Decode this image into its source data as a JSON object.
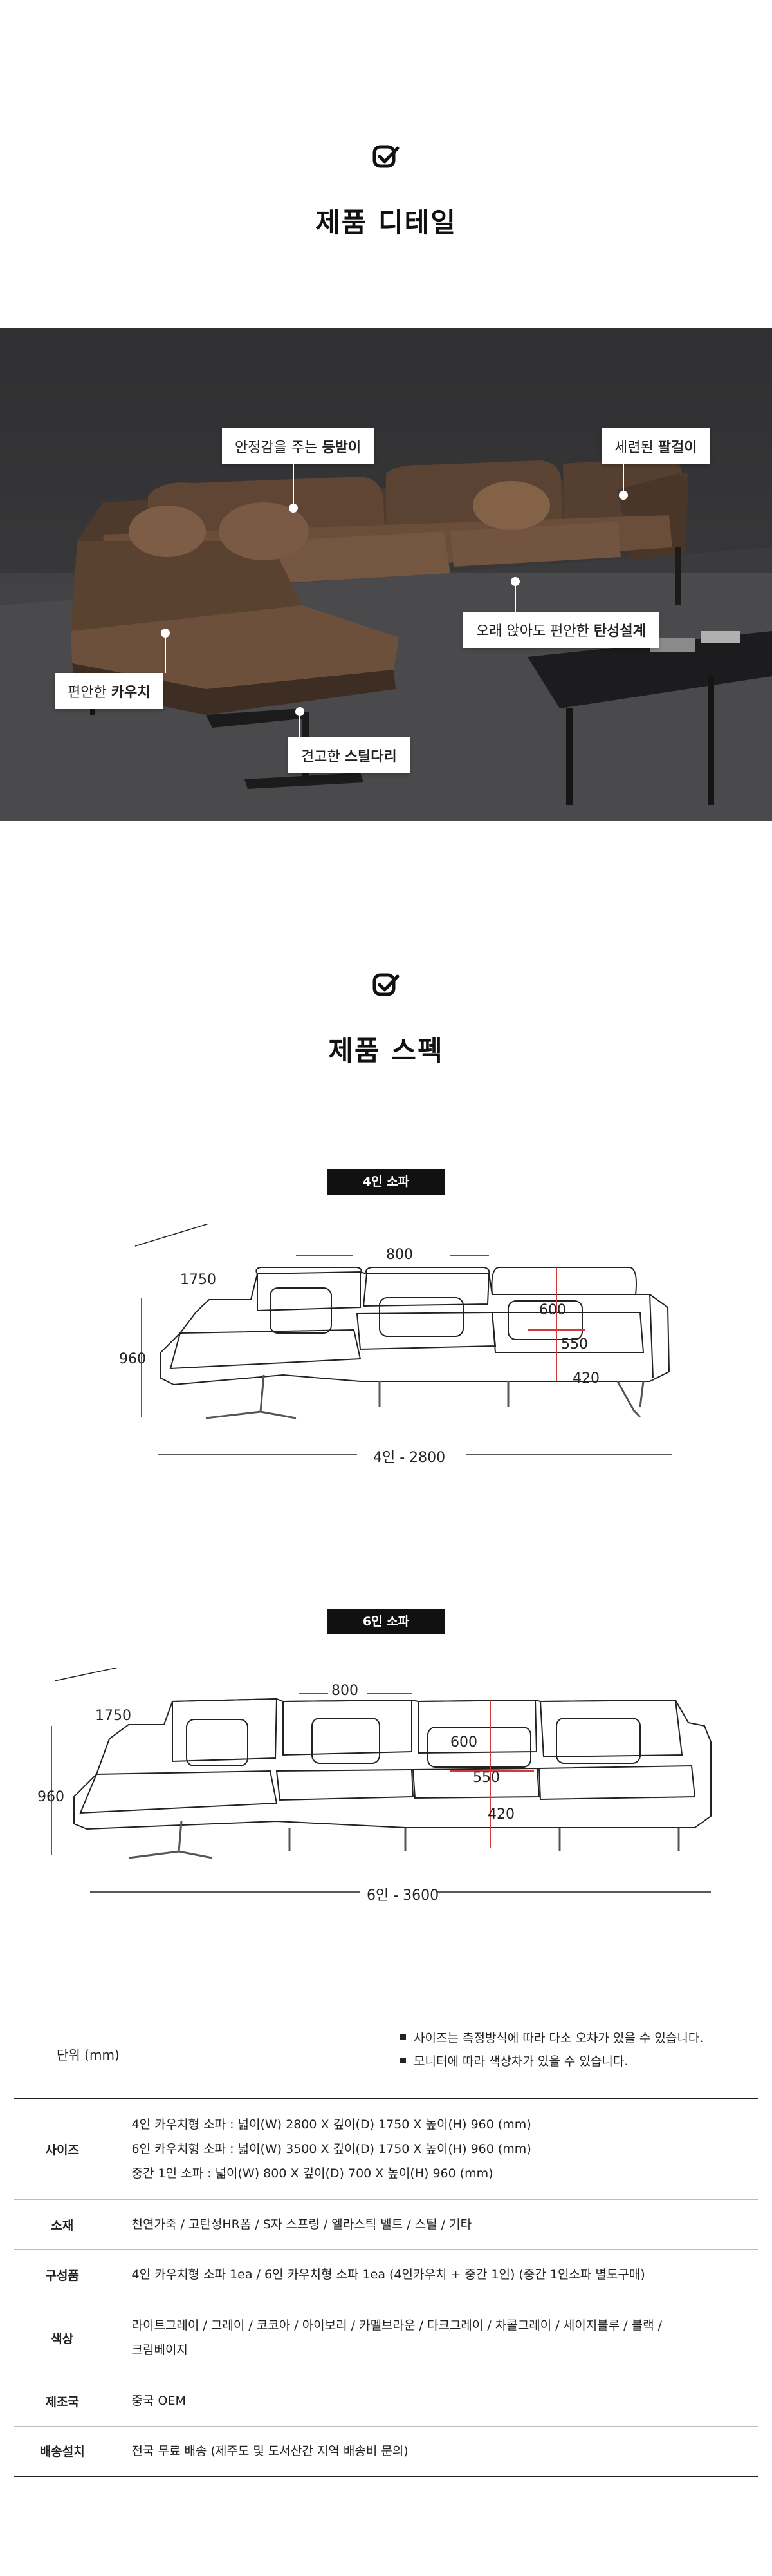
{
  "detail": {
    "title": "제품 디테일",
    "callouts": {
      "back": {
        "pre": "안정감을 주는 ",
        "bold": "등받이"
      },
      "arm": {
        "pre": "세련된 ",
        "bold": "팔걸이"
      },
      "seat": {
        "pre": "오래 앉아도 편안한 ",
        "bold": "탄성설계"
      },
      "couch": {
        "pre": "편안한 ",
        "bold": "카우치"
      },
      "leg": {
        "pre": "견고한 ",
        "bold": "스틸다리"
      }
    }
  },
  "spec": {
    "title": "제품 스펙",
    "sofa4": {
      "label": "4인 소파",
      "width": "800",
      "depth": "1750",
      "height": "960",
      "back_h": "600",
      "seat_d": "550",
      "seat_h": "420",
      "total": "4인 - 2800"
    },
    "sofa6": {
      "label": "6인 소파",
      "width": "800",
      "depth": "1750",
      "height": "960",
      "back_h": "600",
      "seat_d": "550",
      "seat_h": "420",
      "total": "6인 - 3600"
    }
  },
  "notes": [
    "사이즈는 측정방식에 따라 다소 오차가 있을 수 있습니다.",
    "모니터에 따라 색상차가 있을 수 있습니다."
  ],
  "unit": "단위 (mm)",
  "table": {
    "size": {
      "label": "사이즈",
      "lines": [
        "4인 카우치형 소파 : 넓이(W) 2800 X 깊이(D) 1750 X 높이(H) 960 (mm)",
        "6인 카우치형 소파 : 넓이(W) 3500 X 깊이(D) 1750 X 높이(H) 960 (mm)",
        "중간 1인 소파 : 넓이(W) 800 X 깊이(D) 700 X 높이(H) 960 (mm)"
      ]
    },
    "material": {
      "label": "소재",
      "value": "천연가죽 / 고탄성HR폼 / S자 스프링 / 엘라스틱 벨트 / 스틸 / 기타"
    },
    "components": {
      "label": "구성품",
      "value": "4인 카우치형 소파 1ea /  6인 카우치형 소파 1ea (4인카우치 + 중간 1인) (중간 1인소파 별도구매)"
    },
    "color": {
      "label": "색상",
      "lines": [
        "라이트그레이 / 그레이 / 코코아 / 아이보리 / 카멜브라운 / 다크그레이 / 차콜그레이 / 세이지블루 / 블랙 /",
        "크림베이지"
      ]
    },
    "origin": {
      "label": "제조국",
      "value": "중국 OEM"
    },
    "delivery": {
      "label": "배송설치",
      "value": "전국 무료 배송 (제주도 및 도서산간 지역 배송비 문의)"
    }
  }
}
